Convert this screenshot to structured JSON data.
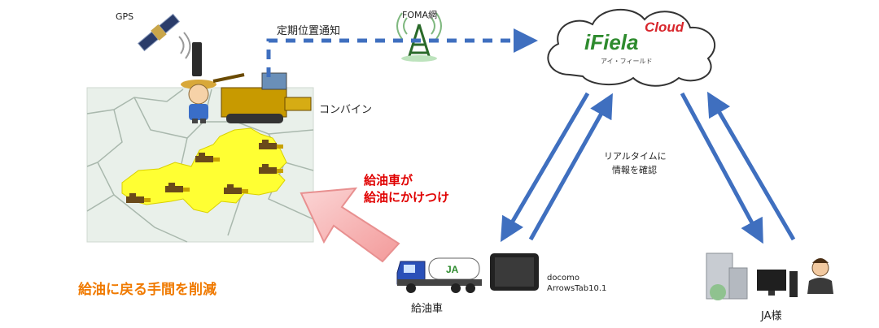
{
  "labels": {
    "gps": "GPS",
    "periodic_position": "定期位置通知",
    "foma": "FOMA網",
    "cloud_brand_main": "iFiela",
    "cloud_brand_cloud": "Cloud",
    "cloud_brand_sub": "アイ・フィールド",
    "combine": "コンバイン",
    "realtime_line1": "リアルタイムに",
    "realtime_line2": "情報を確認",
    "refuel_line1": "給油車が",
    "refuel_line2": "給油にかけつけ",
    "reduce_trip": "給油に戻る手間を削減",
    "fuel_truck": "給油車",
    "device_line1": "docomo",
    "device_line2": "ArrowsTab10.1",
    "ja": "JA様"
  },
  "colors": {
    "flow_blue": "#3f6fbf",
    "map_bg": "#e9f0ea",
    "map_lines": "#a9b8ad",
    "field_yellow": "#ffff33",
    "refuel_arrow": "#f6a7a7",
    "red_text": "#e00000",
    "orange_text": "#f07a00",
    "cloud_logo_green": "#2e8b2e",
    "cloud_logo_red": "#d8262c"
  },
  "icons": {
    "satellite": "satellite-icon",
    "antenna": "radio-tower-icon",
    "cloud": "cloud-icon",
    "farmer": "farmer-icon",
    "combine": "combine-harvester-icon",
    "truck": "fuel-truck-icon",
    "tablet": "tablet-icon",
    "office": "office-building-icon",
    "monitor": "desktop-computer-icon",
    "person": "businessman-icon"
  }
}
